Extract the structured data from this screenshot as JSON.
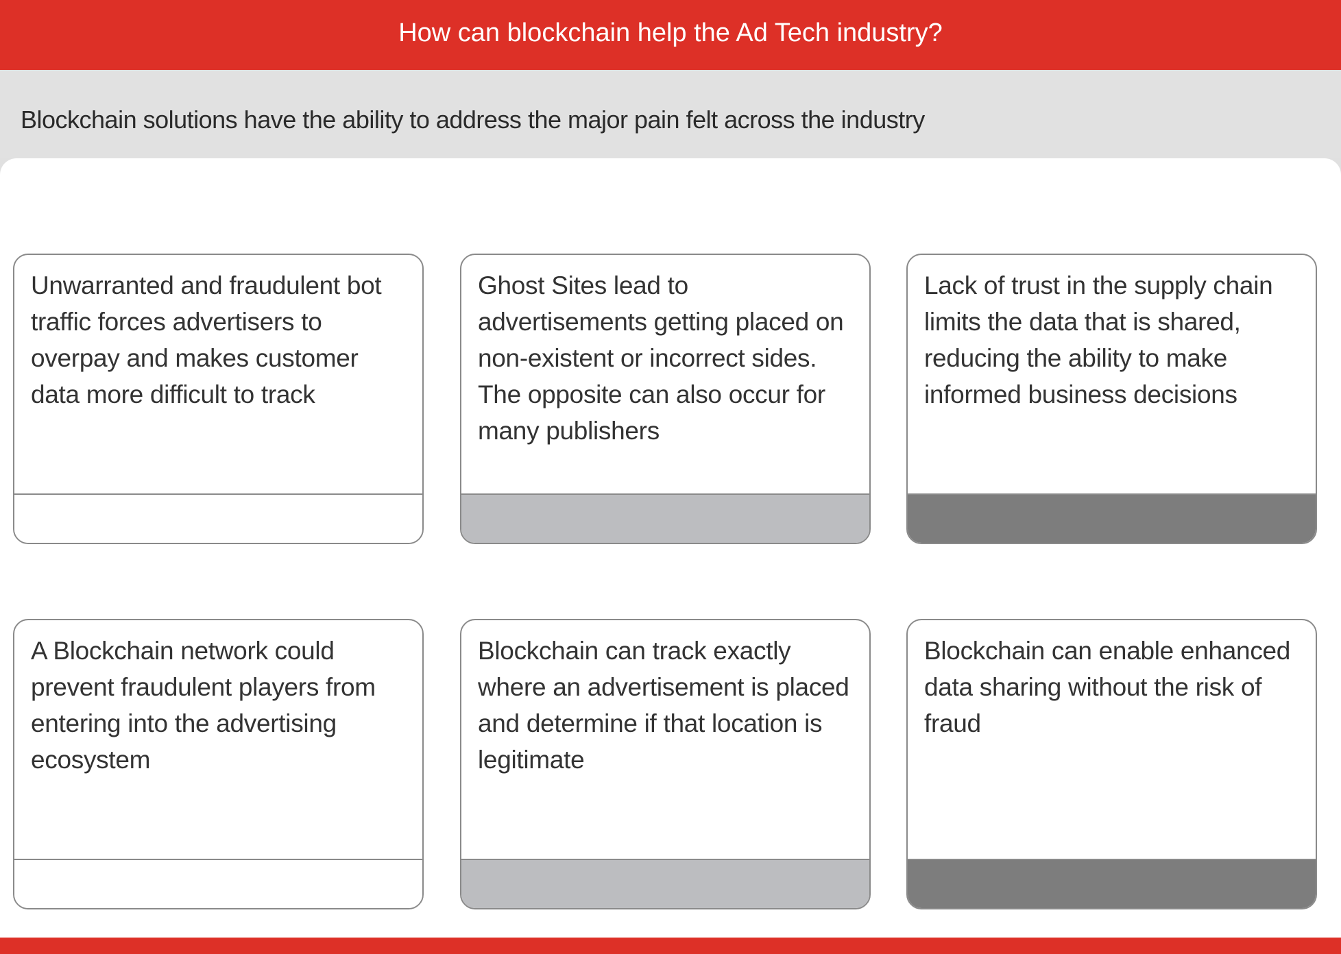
{
  "header": {
    "title": "How can blockchain help the Ad Tech industry?"
  },
  "subtitle": "Blockchain solutions have the ability to address the major pain felt across the industry",
  "colors": {
    "red": "#dd3027",
    "footer_white": "#ffffff",
    "footer_light": "#bcbdc0",
    "footer_dark": "#7d7d7d"
  },
  "problems": [
    {
      "text": "Unwarranted and fraudulent bot traffic forces advertisers to overpay and makes customer data more difficult to track"
    },
    {
      "text": "Ghost Sites lead to advertisements getting placed on non-existent or incorrect sides. The opposite can also occur for many publishers"
    },
    {
      "text": "Lack of trust in the supply chain limits the data that is shared, reducing the ability to make informed business decisions"
    }
  ],
  "solutions": [
    {
      "text": "A Blockchain network could prevent fraudulent players from entering into the advertising ecosystem"
    },
    {
      "text": "Blockchain can track exactly where an advertisement is placed and determine if that location is legitimate"
    },
    {
      "text": "Blockchain can enable enhanced data sharing without the risk of fraud"
    }
  ]
}
